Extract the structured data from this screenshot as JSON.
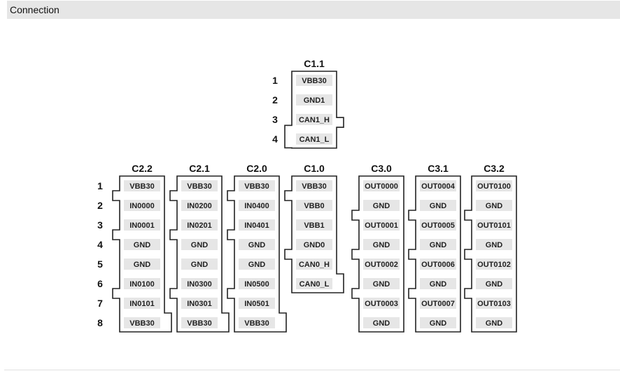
{
  "header": {
    "title": "Connection"
  },
  "diagram": {
    "row_labels": [
      "1",
      "2",
      "3",
      "4",
      "5",
      "6",
      "7",
      "8"
    ],
    "top_row_labels": [
      "1",
      "2",
      "3",
      "4"
    ],
    "connectors": [
      {
        "id": "C1.1",
        "pins": [
          "VBB30",
          "GND1",
          "CAN1_H",
          "CAN1_L"
        ]
      },
      {
        "id": "C2.2",
        "pins": [
          "VBB30",
          "IN0000",
          "IN0001",
          "GND",
          "GND",
          "IN0100",
          "IN0101",
          "VBB30"
        ]
      },
      {
        "id": "C2.1",
        "pins": [
          "VBB30",
          "IN0200",
          "IN0201",
          "GND",
          "GND",
          "IN0300",
          "IN0301",
          "VBB30"
        ]
      },
      {
        "id": "C2.0",
        "pins": [
          "VBB30",
          "IN0400",
          "IN0401",
          "GND",
          "GND",
          "IN0500",
          "IN0501",
          "VBB30"
        ]
      },
      {
        "id": "C1.0",
        "pins": [
          "VBB30",
          "VBB0",
          "VBB1",
          "GND0",
          "CAN0_H",
          "CAN0_L"
        ]
      },
      {
        "id": "C3.0",
        "pins": [
          "OUT0000",
          "GND",
          "OUT0001",
          "GND",
          "OUT0002",
          "GND",
          "OUT0003",
          "GND"
        ]
      },
      {
        "id": "C3.1",
        "pins": [
          "OUT0004",
          "GND",
          "OUT0005",
          "GND",
          "OUT0006",
          "GND",
          "OUT0007",
          "GND"
        ]
      },
      {
        "id": "C3.2",
        "pins": [
          "OUT0100",
          "GND",
          "OUT0101",
          "GND",
          "OUT0102",
          "GND",
          "OUT0103",
          "GND"
        ]
      }
    ]
  }
}
